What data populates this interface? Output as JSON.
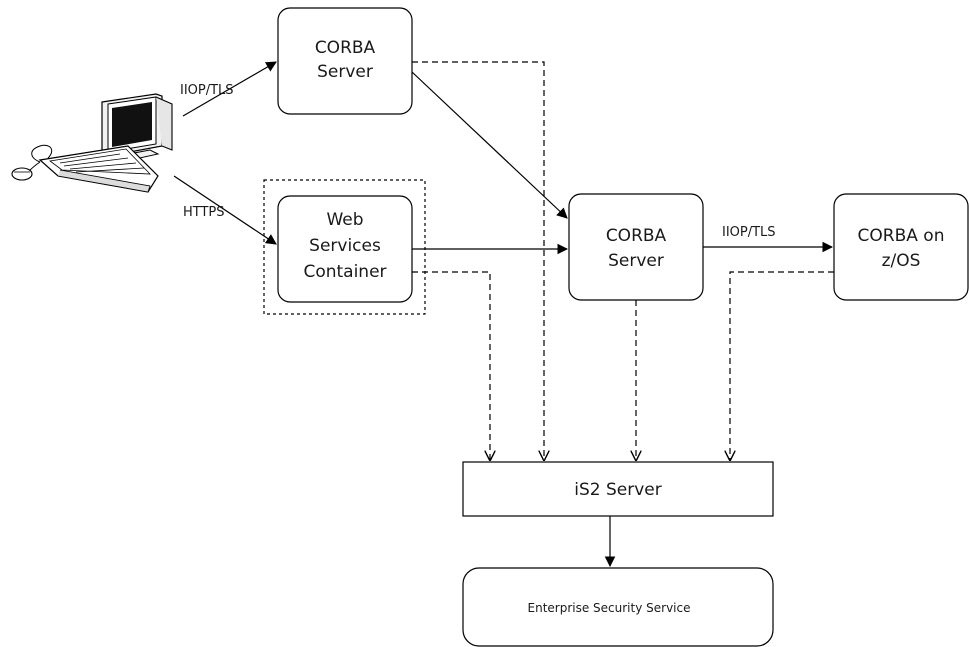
{
  "nodes": {
    "corba_server_top": {
      "lines": [
        "CORBA",
        "Server"
      ]
    },
    "web_services_container": {
      "lines": [
        "Web",
        "Services",
        "Container"
      ]
    },
    "corba_server_mid": {
      "lines": [
        "CORBA",
        "Server"
      ]
    },
    "corba_zos": {
      "lines": [
        "CORBA on",
        "z/OS"
      ]
    },
    "is2_server": {
      "label": "iS2 Server"
    },
    "enterprise_security_service": {
      "label": "Enterprise Security Service"
    }
  },
  "edges": {
    "client_to_corba_top": {
      "label": "IIOP/TLS"
    },
    "client_to_web_services": {
      "label": "HTTPS"
    },
    "corba_mid_to_zos": {
      "label": "IIOP/TLS"
    }
  }
}
